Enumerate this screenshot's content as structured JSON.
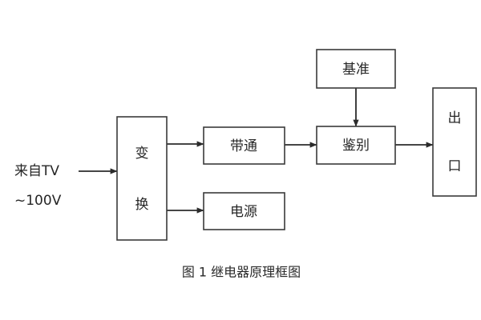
{
  "figure": {
    "caption": "图 1 继电器原理框图",
    "background_color": "#ffffff",
    "box_stroke_color": "#3a3a3a",
    "line_color": "#2b2b2b",
    "text_color": "#262626"
  },
  "inputs": {
    "source_line1": "来自TV",
    "source_line2": "~100V"
  },
  "blocks": {
    "convert": {
      "label_line1": "变",
      "label_line2": "换"
    },
    "bandpass": {
      "label": "带通"
    },
    "power": {
      "label": "电源"
    },
    "reference": {
      "label": "基准"
    },
    "discriminate": {
      "label": "鉴别"
    },
    "output": {
      "label_line1": "出",
      "label_line2": "口"
    }
  }
}
